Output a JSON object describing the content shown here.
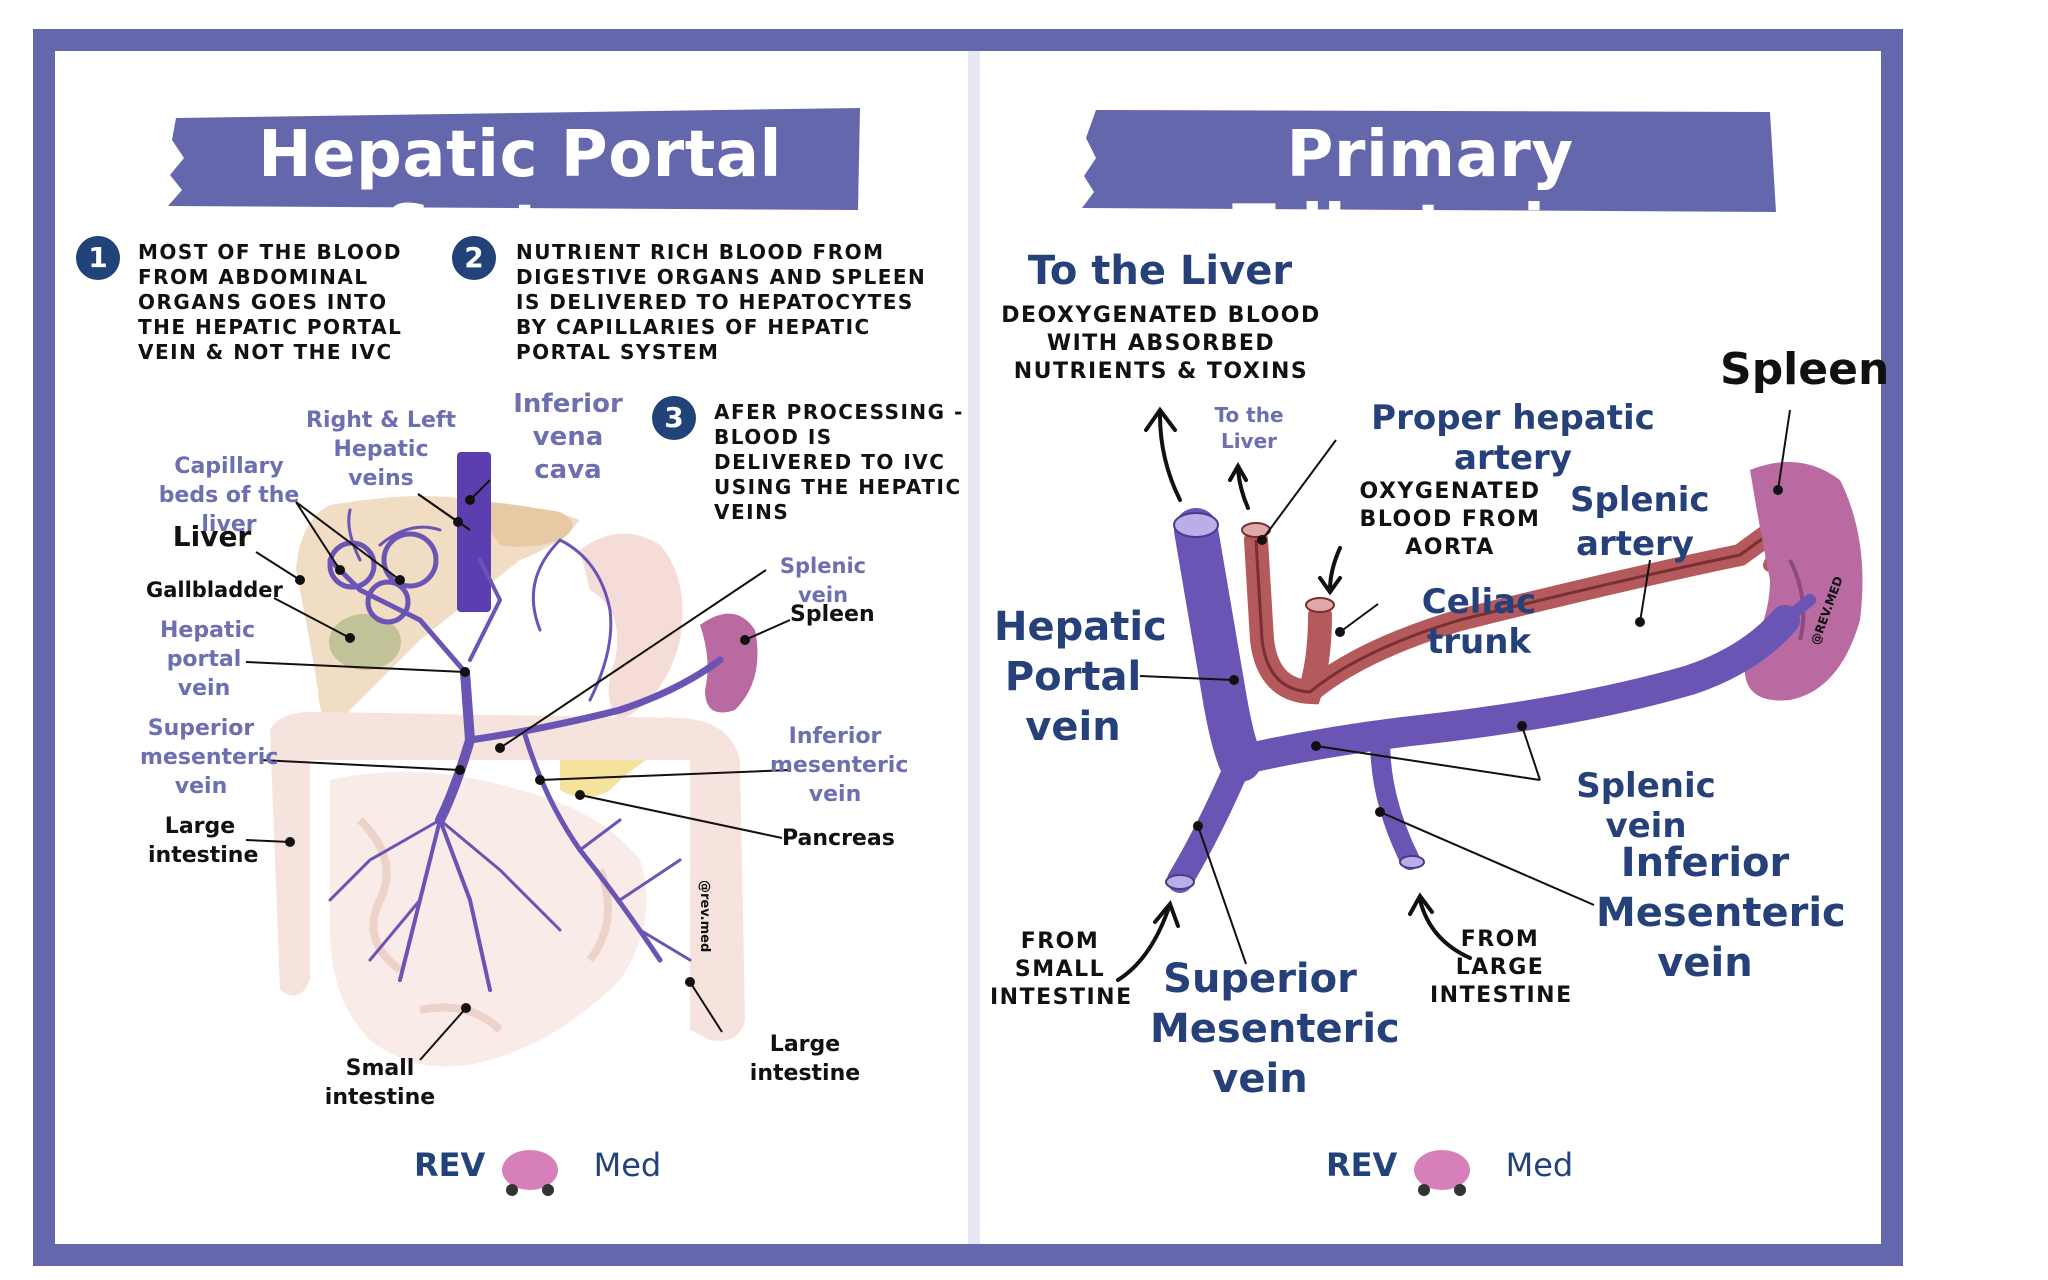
{
  "colors": {
    "frame": "#6567ad",
    "vein": "#6a54b4",
    "artery": "#b45a5c",
    "navy": "#26407a",
    "label_blue": "#6c6fb0",
    "spleen": "#b86aa1"
  },
  "left_panel": {
    "title": "Hepatic Portal System",
    "steps": [
      {
        "number": "1",
        "text": "MOST OF THE BLOOD FROM ABDOMINAL ORGANS GOES INTO THE HEPATIC PORTAL VEIN & NOT THE IVC"
      },
      {
        "number": "2",
        "text": "NUTRIENT RICH BLOOD FROM DIGESTIVE ORGANS AND SPLEEN IS DELIVERED TO HEPATOCYTES BY CAPILLARIES OF HEPATIC PORTAL SYSTEM"
      },
      {
        "number": "3",
        "text": "AFER PROCESSING - BLOOD IS DELIVERED TO IVC USING THE HEPATIC VEINS"
      }
    ],
    "labels": {
      "inferior_vena_cava": "Inferior vena cava",
      "right_left_hepatic_veins": "Right & Left Hepatic veins",
      "capillary_beds": "Capillary beds of the liver",
      "liver": "Liver",
      "gallbladder": "Gallbladder",
      "hepatic_portal_vein": "Hepatic portal vein",
      "superior_mesenteric_vein": "Superior mesenteric vein",
      "large_intestine_left": "Large intestine",
      "small_intestine": "Small intestine",
      "splenic_vein": "Splenic vein",
      "spleen": "Spleen",
      "inferior_mesenteric_vein": "Inferior mesenteric vein",
      "pancreas": "Pancreas",
      "large_intestine_right": "Large intestine",
      "watermark": "@rev.med"
    },
    "logo": {
      "rev": "REV",
      "med": "Med"
    }
  },
  "right_panel": {
    "title": "Primary Tributaries",
    "to_the_liver_heading": "To the Liver",
    "to_the_liver_desc": "DEOXYGENATED BLOOD WITH ABSORBED NUTRIENTS & TOXINS",
    "to_the_liver_small": "To the Liver",
    "proper_hepatic_artery": "Proper hepatic artery",
    "spleen": "Spleen",
    "oxygenated_blood": "OXYGENATED BLOOD FROM AORTA",
    "splenic_artery": "Splenic artery",
    "celiac_trunk": "Celiac trunk",
    "hepatic_portal_vein": "Hepatic Portal vein",
    "splenic_vein": "Splenic vein",
    "inferior_mesenteric_vein": "Inferior Mesenteric vein",
    "superior_mesenteric_vein": "Superior Mesenteric vein",
    "from_small_intestine": "FROM SMALL INTESTINE",
    "from_large_intestine": "FROM LARGE INTESTINE",
    "watermark": "@REV.MED",
    "logo": {
      "rev": "REV",
      "med": "Med"
    }
  }
}
